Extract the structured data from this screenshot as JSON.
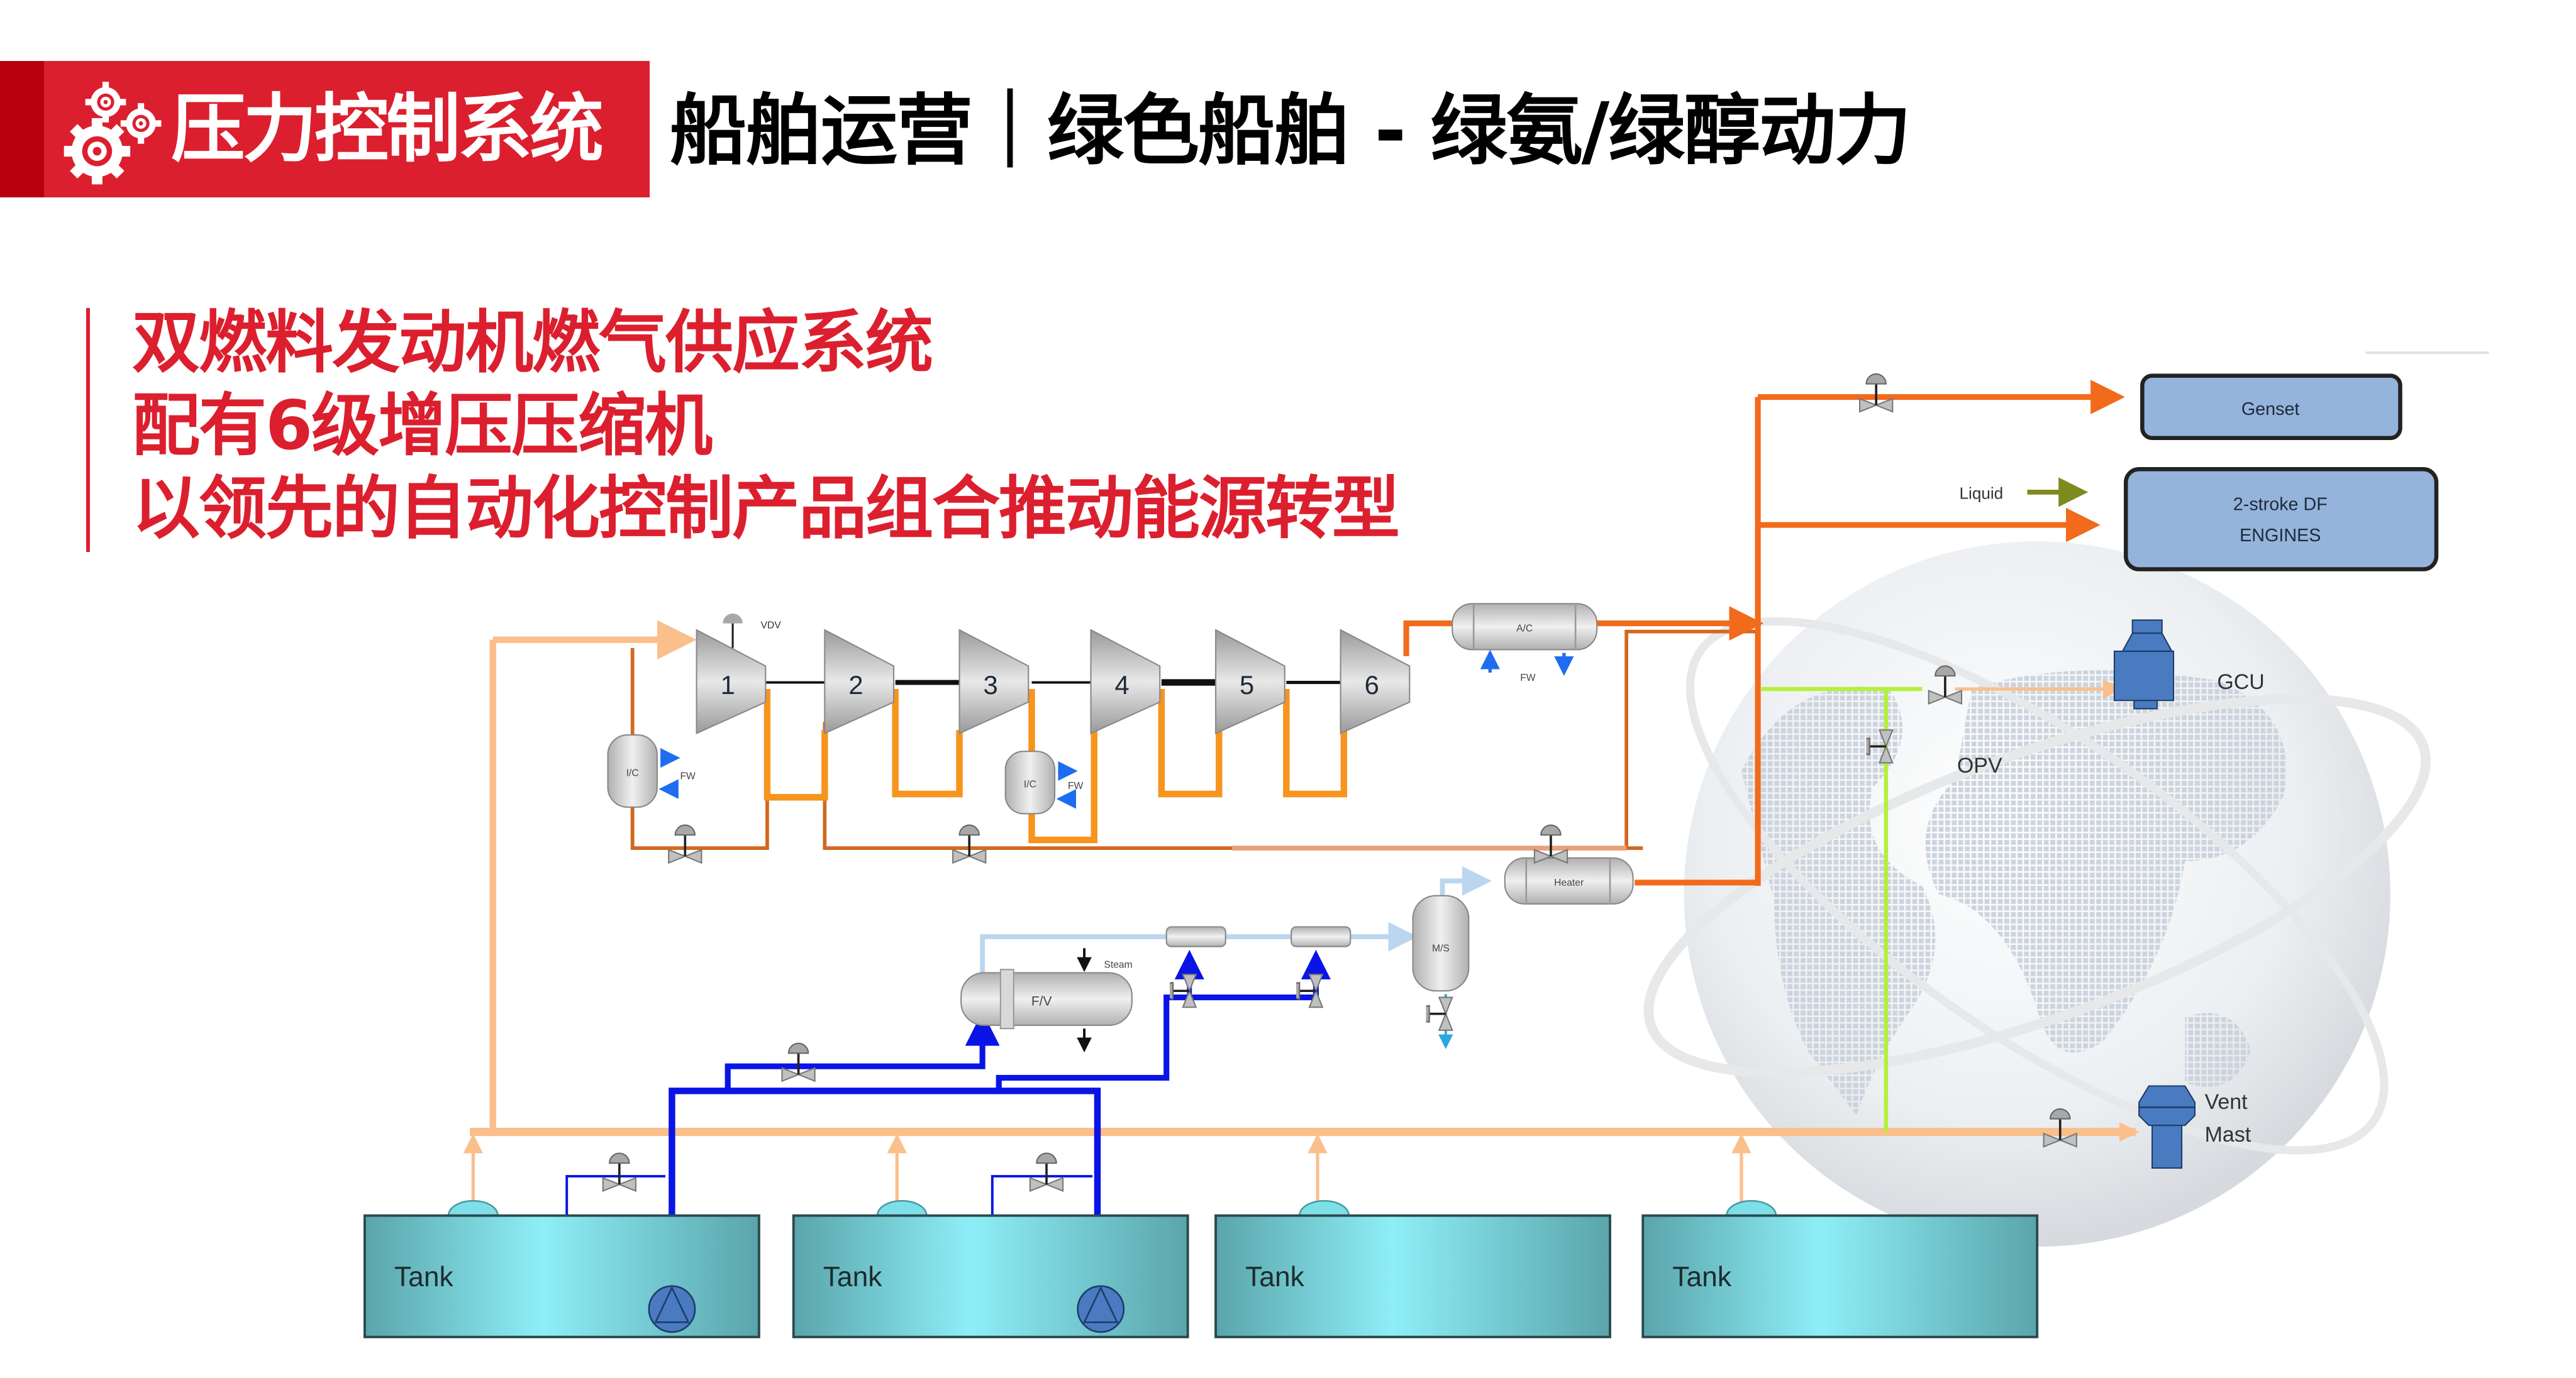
{
  "header": {
    "tag": "压力控制系统",
    "title": "船舶运营｜绿色船舶 - 绿氨/绿醇动力",
    "tag_icon": "gears-icon",
    "colors": {
      "brand_red": "#dc1f2e",
      "brand_red_dark": "#b8000c"
    }
  },
  "subtitle": {
    "lines": [
      "双燃料发动机燃气供应系统",
      "配有6级增压压缩机",
      "以领先的自动化控制产品组合推动能源转型"
    ]
  },
  "diagram": {
    "compressor_stages": [
      "1",
      "2",
      "3",
      "4",
      "5",
      "6"
    ],
    "vdv_label": "VDV",
    "intercooler_label": "I/C",
    "fw_label": "FW",
    "aftercooler_label": "A/C",
    "heater_label": "Heater",
    "forcing_vaporizer_label": "F/V",
    "steam_label": "Steam",
    "mist_separator_label": "M/S",
    "genset_label": "Genset",
    "engines_label_line1": "2-stroke DF",
    "engines_label_line2": "ENGINES",
    "liquid_label": "Liquid",
    "gcu_label": "GCU",
    "opv_label": "OPV",
    "vent_label_line1": "Vent",
    "vent_label_line2": "Mast",
    "tanks": [
      {
        "label": "Tank",
        "has_pump": true
      },
      {
        "label": "Tank",
        "has_pump": true
      },
      {
        "label": "Tank",
        "has_pump": false
      },
      {
        "label": "Tank",
        "has_pump": false
      }
    ],
    "colors": {
      "boiloff_gas": "#fbbf8c",
      "compressed_gas": "#f7941d",
      "high_pressure_gas": "#f26a1b",
      "recirc_line": "#d2691e",
      "liquid_line": "#0a14e6",
      "vapour_line": "#bcd6ef",
      "gcu_line": "#b4f03c",
      "liquid_arrow": "#7f8a1e",
      "equipment_blue": "#4a7bc0",
      "consumer_box": "#94b4dc",
      "tank_fill": "#5fc5cf"
    }
  }
}
